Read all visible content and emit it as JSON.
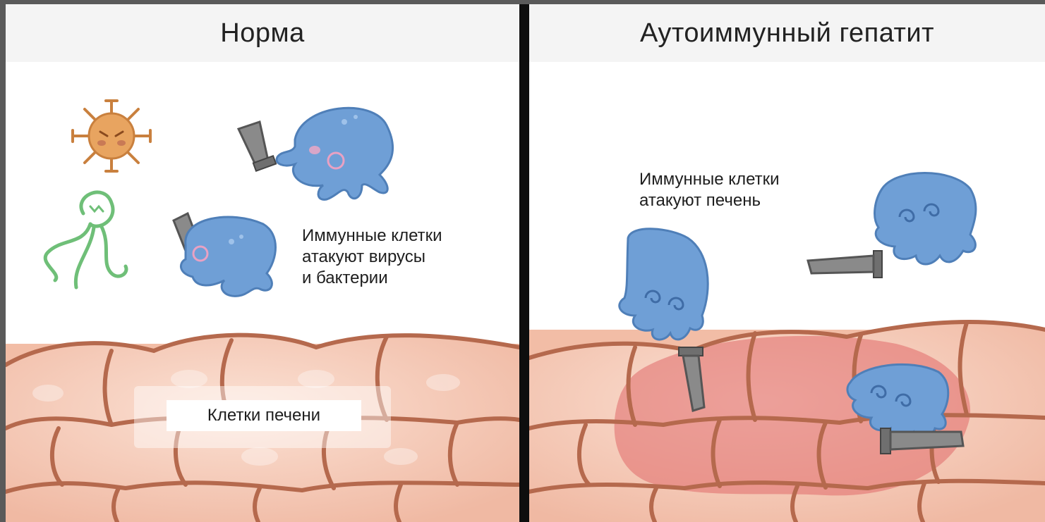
{
  "left_panel": {
    "title": "Норма",
    "caption": "Иммунные клетки\nатакуют вирусы\nи бактерии",
    "cells_label": "Клетки печени"
  },
  "right_panel": {
    "title": "Аутоиммунный гепатит",
    "caption": "Иммунные клетки\nатакуют печень"
  },
  "colors": {
    "immune_cell": "#6f9fd6",
    "liver_cell": "#f3c4b0",
    "cell_border": "#b5694d",
    "inflammation": "#e06a6a",
    "virus": "#e8a460",
    "bacteria": "#9fd8a0"
  }
}
